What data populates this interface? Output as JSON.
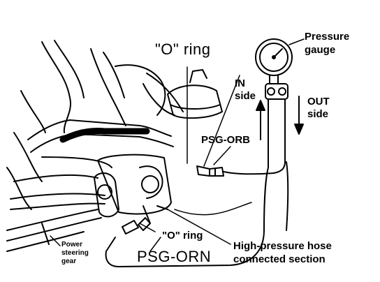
{
  "labels": {
    "o_ring_top": "\"O\" ring",
    "pressure_gauge_line1": "Pressure",
    "pressure_gauge_line2": "gauge",
    "in_side_line1": "IN",
    "in_side_line2": "side",
    "out_side_line1": "OUT",
    "out_side_line2": "side",
    "psg_orb": "PSG-ORB",
    "o_ring_bottom": "\"O\" ring",
    "psg_orn": "PSG-ORN",
    "high_pressure_line1": "High-pressure hose",
    "high_pressure_line2": "connected section",
    "power_steering_line1": "Power",
    "power_steering_line2": "steering",
    "power_steering_line3": "gear"
  },
  "colors": {
    "ink": "#000000",
    "paper": "#ffffff"
  }
}
